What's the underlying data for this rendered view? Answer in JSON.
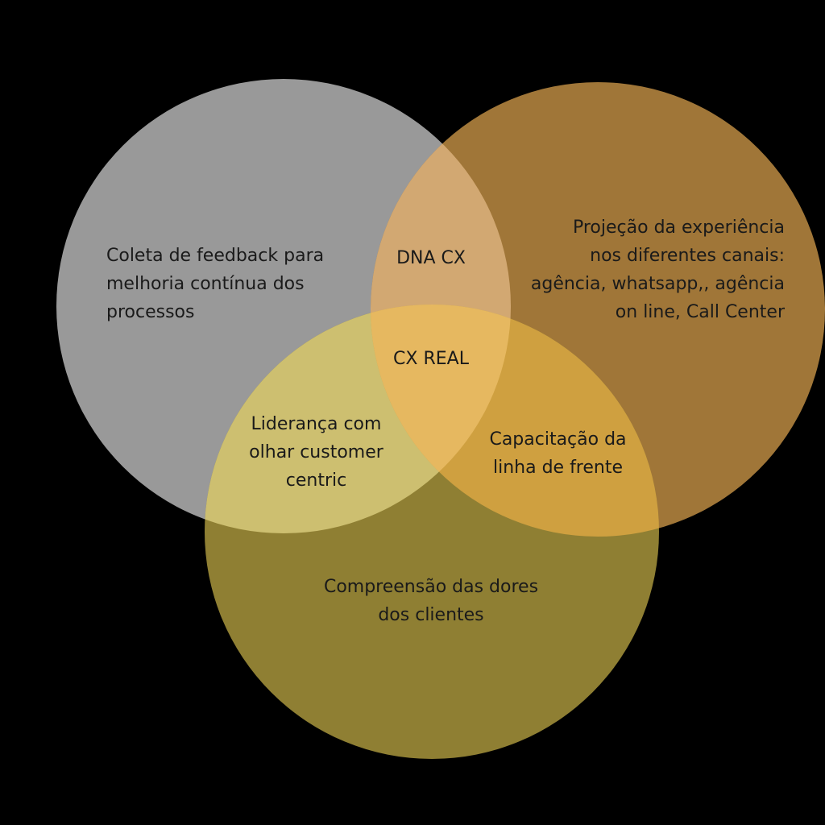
{
  "diagram": {
    "type": "venn-3",
    "background": "#000000",
    "colors": {
      "feedback_circle": "#999999",
      "channels_circle": "#a07638",
      "pain_circle": "#8f7f33",
      "feedback_channels_overlap": "#d2a872",
      "feedback_pain_overlap": "#cdbf70",
      "channels_pain_overlap": "#cfa040",
      "center_overlap": "#e6b860"
    },
    "sets": [
      {
        "id": "feedback",
        "label": "Coleta de feedback para\nmelhoria contínua dos\nprocessos"
      },
      {
        "id": "channels",
        "label": "Projeção da experiência\nnos diferentes canais:\nagência, whatsapp,, agência\non line, Call Center"
      },
      {
        "id": "pain",
        "label": "Compreensão das dores\ndos clientes"
      }
    ],
    "intersections": {
      "feedback_channels": "DNA CX",
      "all_three": "CX REAL",
      "feedback_pain": "Liderança com\nolhar customer\ncentric",
      "channels_pain": "Capacitação da\nlinha de frente"
    }
  }
}
